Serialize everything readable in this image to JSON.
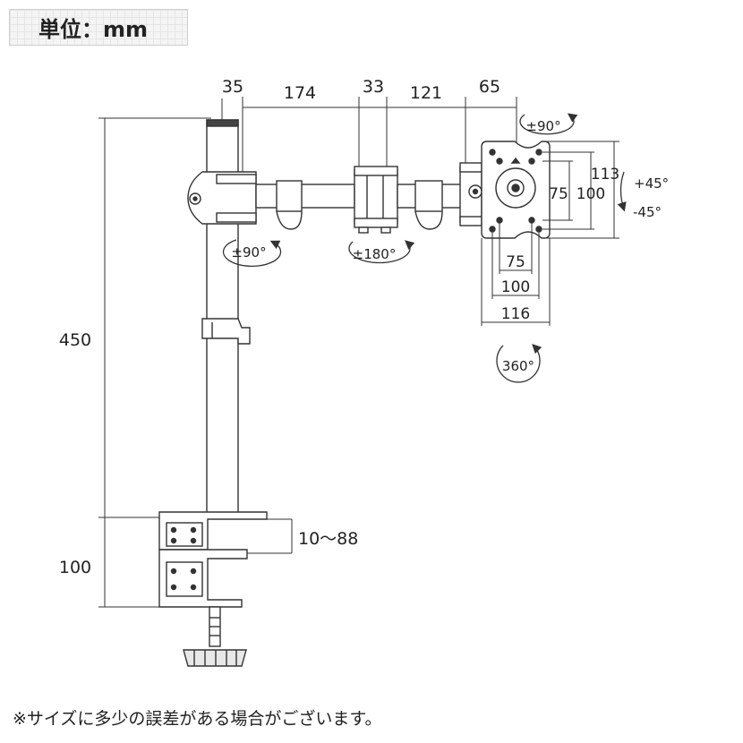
{
  "unit_label": "単位：mm",
  "footnote": "※サイズに多少の誤差がある場合がございます。",
  "dimensions": {
    "top": [
      "35",
      "174",
      "33",
      "121",
      "65"
    ],
    "pole_height": "450",
    "clamp_height": "100",
    "clamp_range": "10〜88",
    "vesa_heights": [
      "113",
      "100",
      "75"
    ],
    "vesa_widths": [
      "75",
      "100",
      "116"
    ]
  },
  "rotations": {
    "head_tilt": "±90°",
    "arm_joint_1": "±90°",
    "arm_joint_2": "±180°",
    "tilt_up": "+45°",
    "tilt_down": "-45°",
    "rotate": "360°"
  }
}
